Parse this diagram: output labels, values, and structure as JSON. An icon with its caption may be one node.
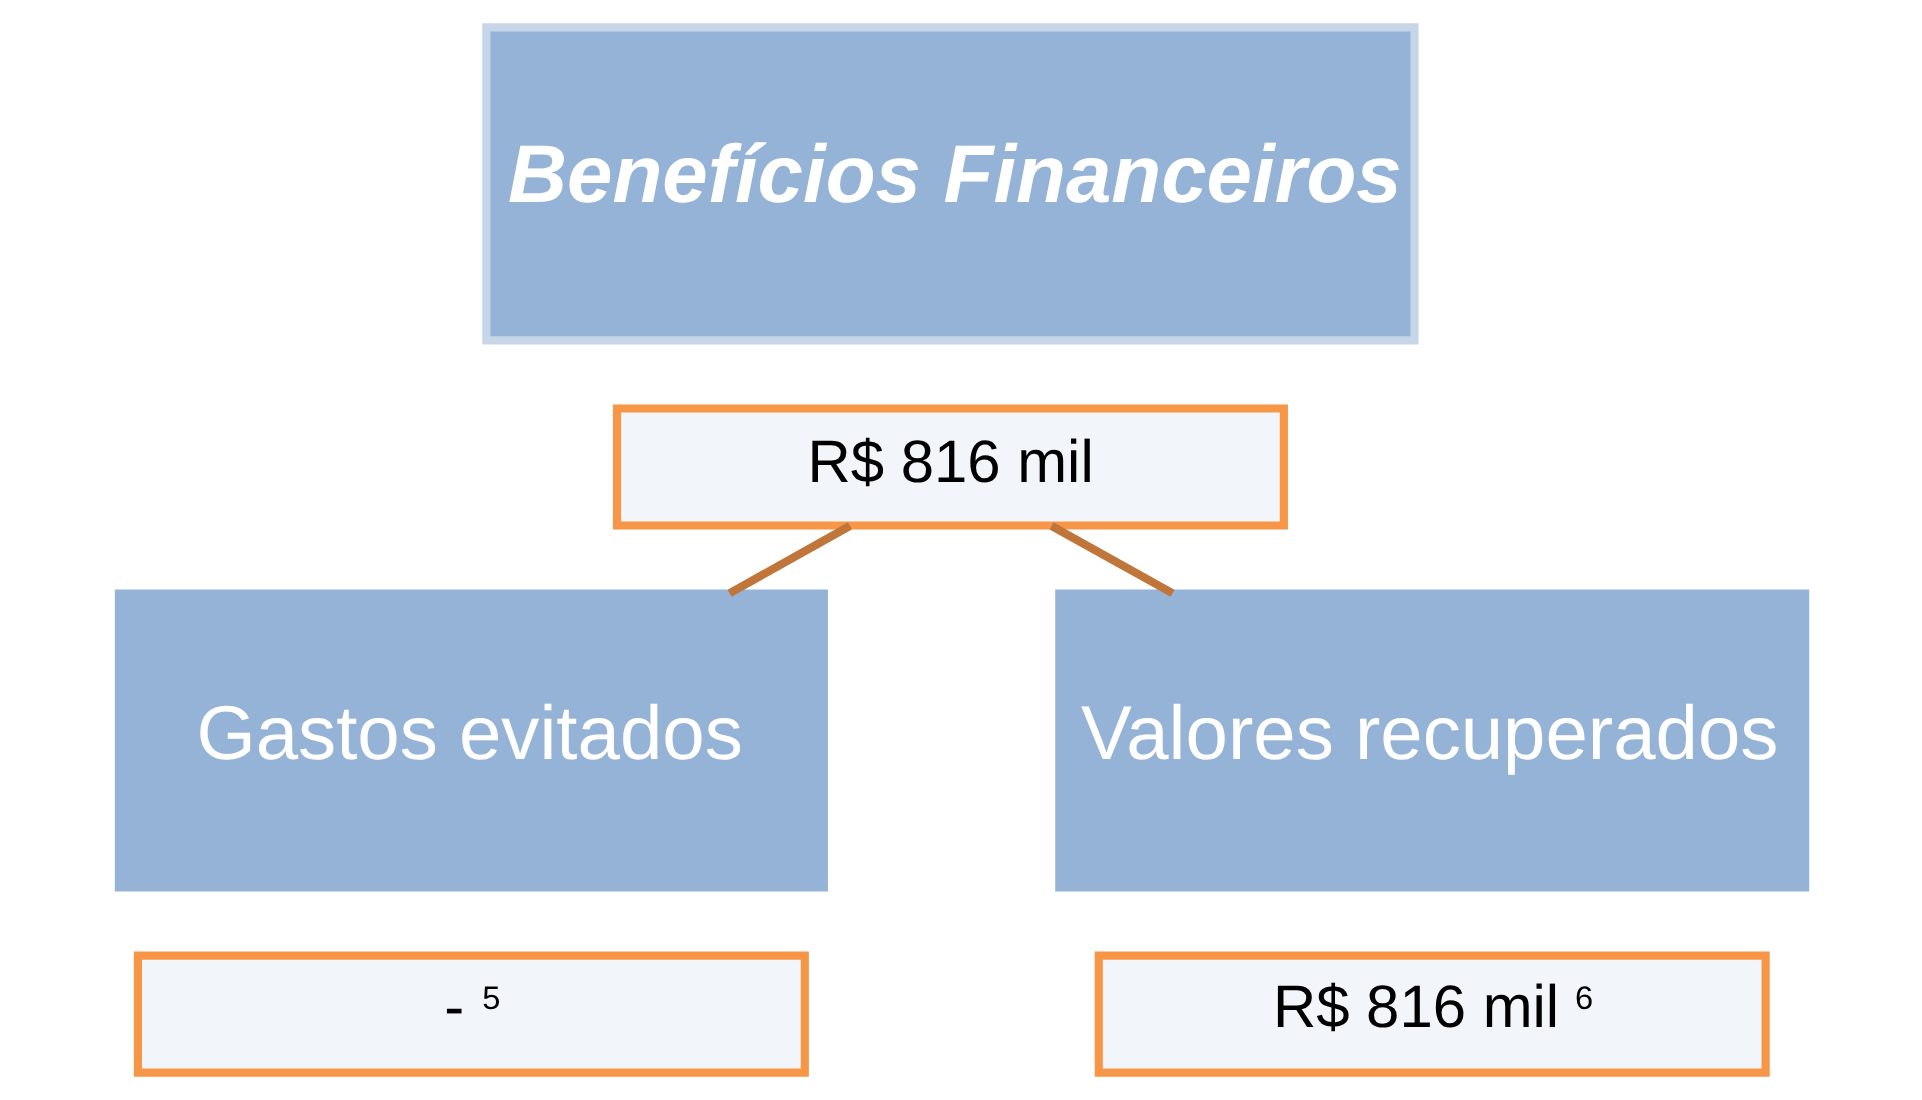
{
  "diagram": {
    "nodes": [
      {
        "text": [
          "Benefícios Financeiros"
        ]
      },
      {
        "text": [
          "R$ 816 mil"
        ]
      },
      {
        "text": [
          "Gastos evitados"
        ]
      },
      {
        "text": [
          "- $^{5}$"
        ]
      },
      {
        "text": [
          "Valores recuperados"
        ]
      },
      {
        "text": [
          "R$ 816 mil $^{6}$"
        ]
      }
    ],
    "edges": [
      {
        "from": 1,
        "to": 2,
        "arrow": "none"
      },
      {
        "from": 1,
        "to": 4,
        "arrow": "none"
      }
    ]
  }
}
